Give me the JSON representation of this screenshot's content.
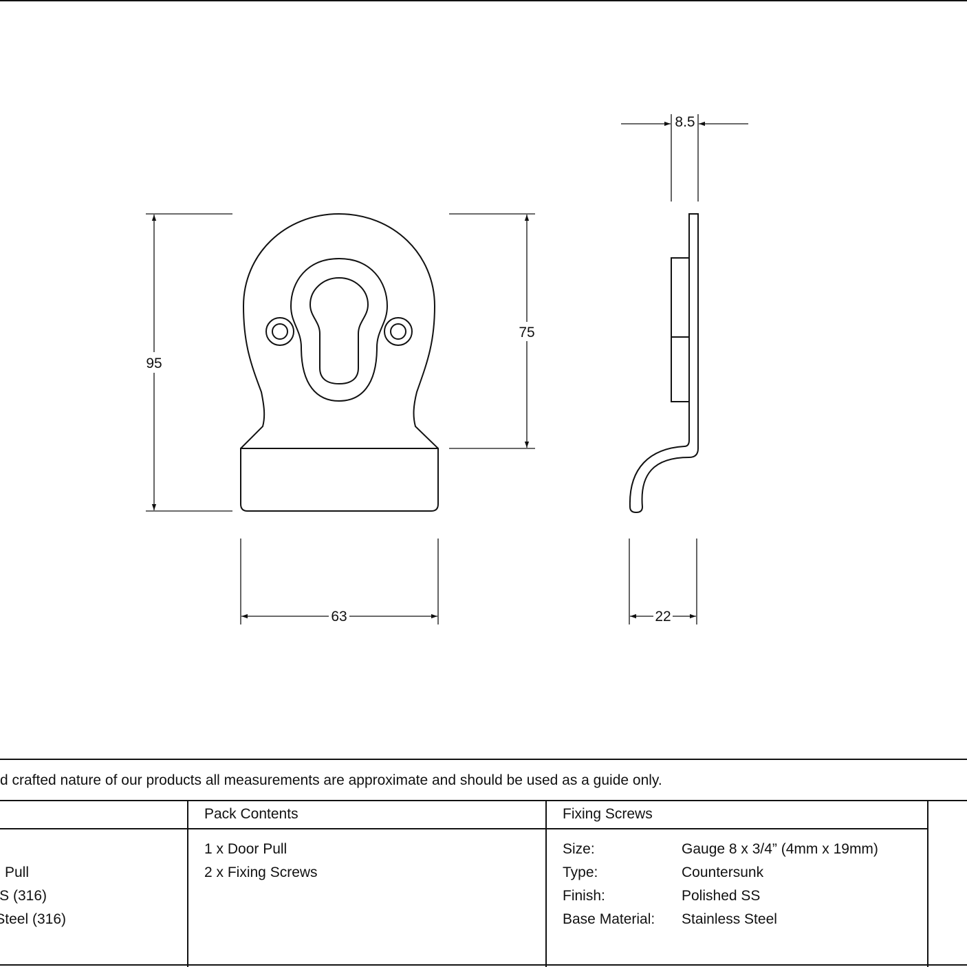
{
  "drawing": {
    "dimensions": {
      "top_width": "8.5",
      "height_total": "95",
      "height_upper": "75",
      "width_front": "63",
      "depth_side": "22"
    }
  },
  "notice": "d crafted nature of our products all measurements are approximate and should be used as a guide only.",
  "table": {
    "col1": {
      "rows": [
        "Pull",
        "S (316)",
        "Steel (316)"
      ]
    },
    "pack_contents": {
      "header": "Pack Contents",
      "items": [
        "1 x Door Pull",
        "2 x Fixing Screws"
      ]
    },
    "fixing_screws": {
      "header": "Fixing Screws",
      "specs": [
        {
          "label": "Size:",
          "value": "Gauge 8 x 3/4” (4mm x 19mm)"
        },
        {
          "label": "Type:",
          "value": "Countersunk"
        },
        {
          "label": "Finish:",
          "value": "Polished SS"
        },
        {
          "label": "Base Material:",
          "value": "Stainless Steel"
        }
      ]
    }
  }
}
